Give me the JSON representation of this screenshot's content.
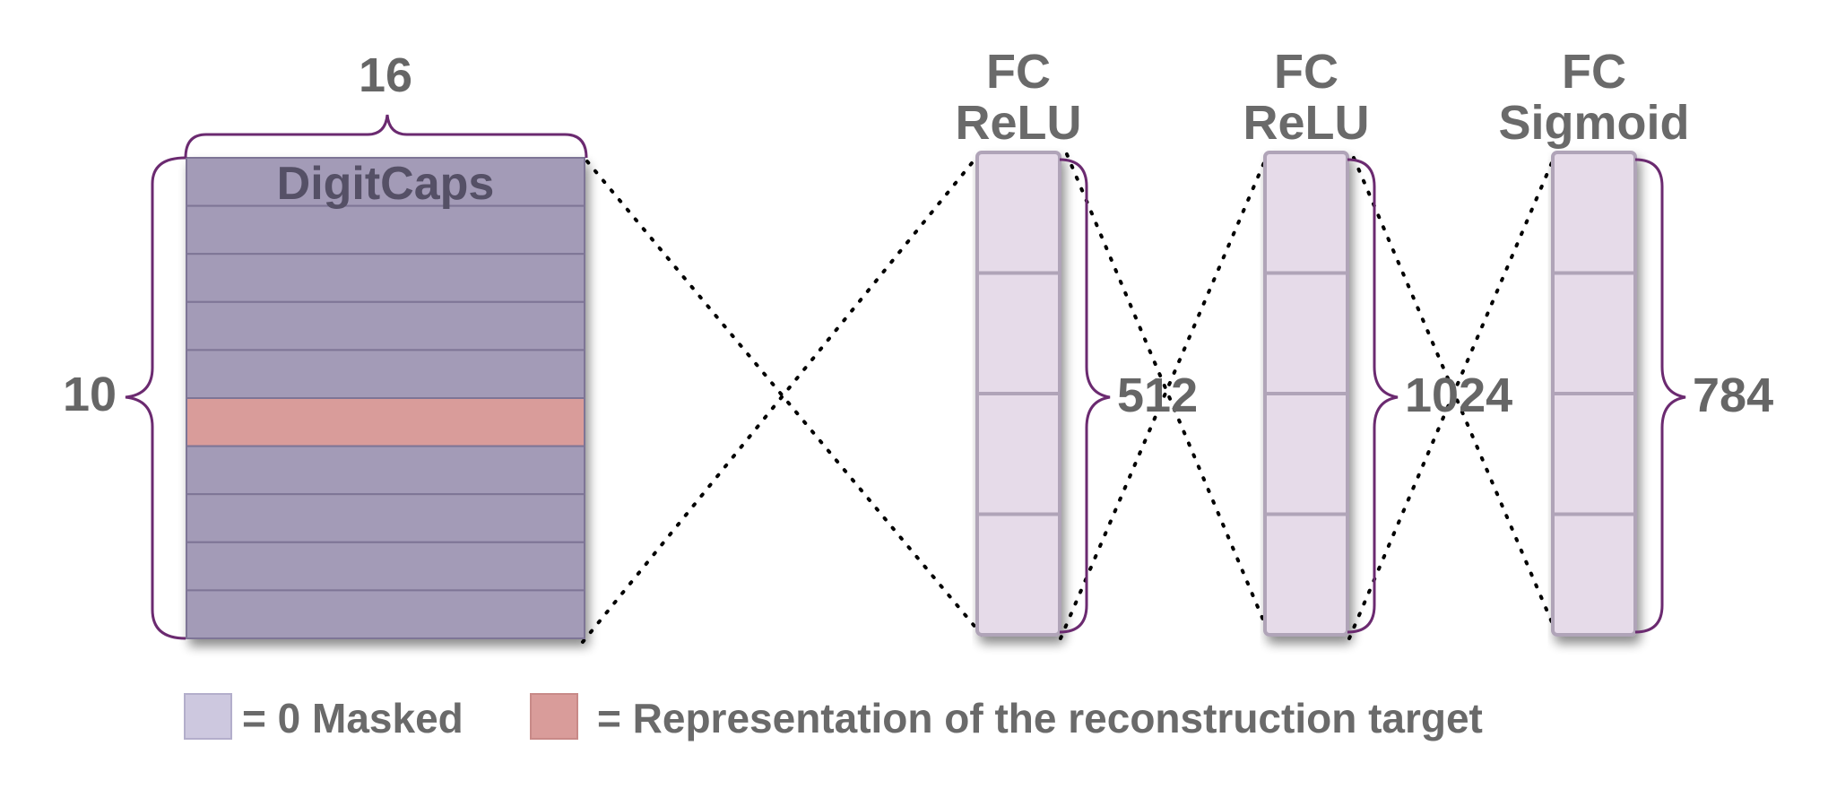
{
  "digitcaps": {
    "title": "DigitCaps",
    "width_label": "16",
    "height_label": "10",
    "rows": [
      "masked",
      "masked",
      "masked",
      "masked",
      "masked",
      "target",
      "masked",
      "masked",
      "masked",
      "masked"
    ]
  },
  "layers": [
    {
      "type": "FC",
      "activation": "ReLU",
      "size": "512"
    },
    {
      "type": "FC",
      "activation": "ReLU",
      "size": "1024"
    },
    {
      "type": "FC",
      "activation": "Sigmoid",
      "size": "784"
    }
  ],
  "legend": {
    "masked_label": "= 0 Masked",
    "target_label": "= Representation of the reconstruction target"
  },
  "colors": {
    "masked": "#a39bb7",
    "target": "#d99c9a",
    "layer_fill": "#e6dbe9",
    "layer_stroke": "#b0a4b8",
    "brace": "#6b2a70",
    "legend_masked": "#cdc8df",
    "legend_target": "#d99c9a"
  }
}
